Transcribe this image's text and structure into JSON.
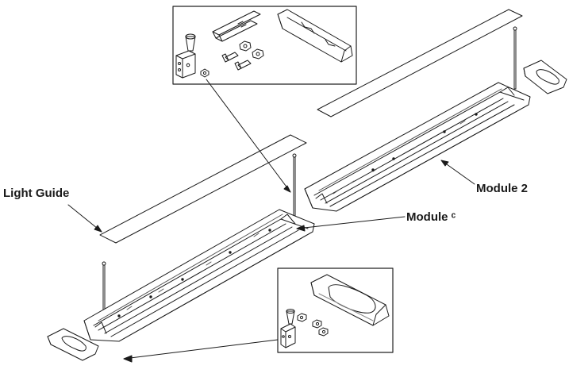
{
  "labels": {
    "light_guide": "Light Guide",
    "module_2": "Module 2",
    "module_1": "Module ᶜ"
  }
}
